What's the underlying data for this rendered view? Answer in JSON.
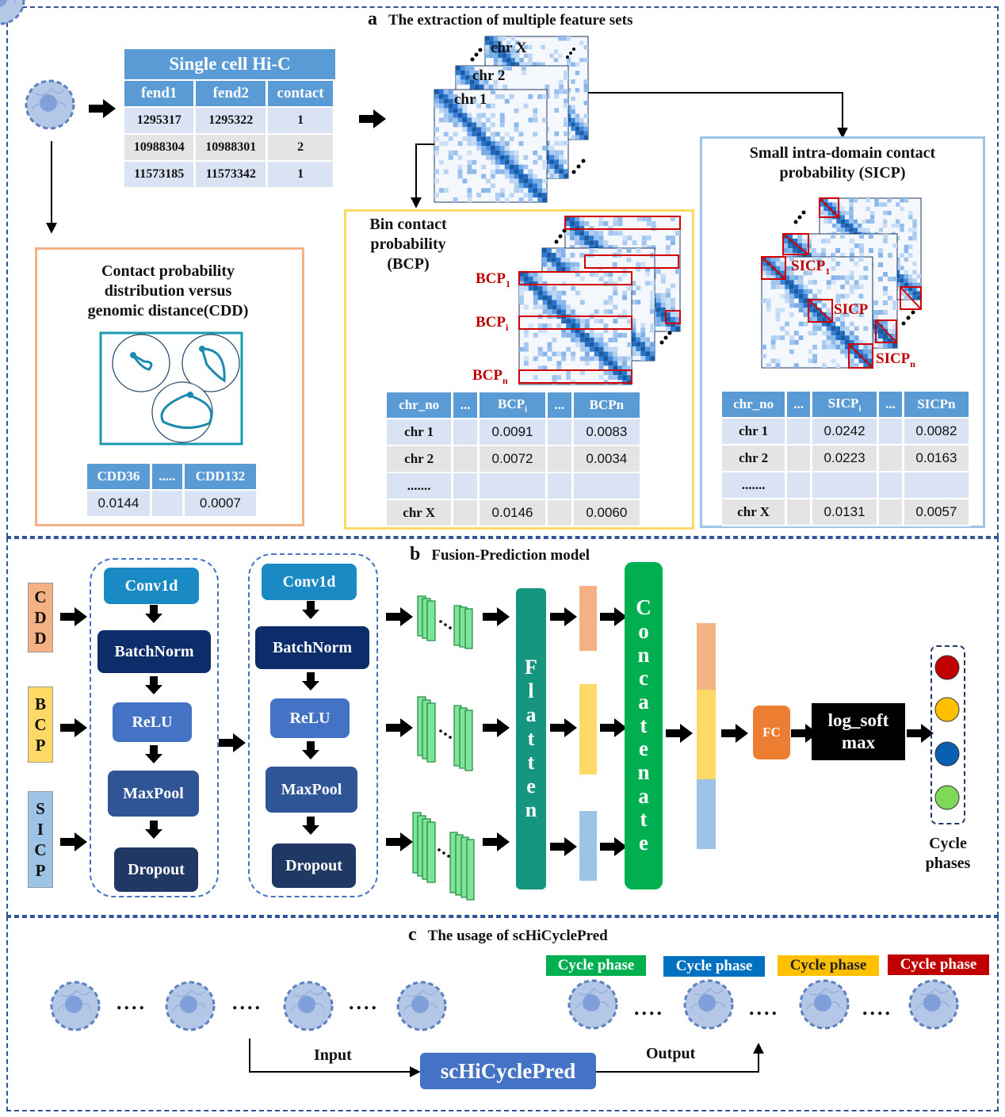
{
  "panels": {
    "a": {
      "letter": "a",
      "title": "The extraction of multiple feature sets"
    },
    "b": {
      "letter": "b",
      "title": "Fusion-Prediction model"
    },
    "c": {
      "letter": "c",
      "title": "The usage of scHiCyclePred"
    }
  },
  "hic_table": {
    "title": "Single cell Hi-C",
    "headers": [
      "fend1",
      "fend2",
      "contact"
    ],
    "rows": [
      [
        "1295317",
        "1295322",
        "1"
      ],
      [
        "10988304",
        "10988301",
        "2"
      ],
      [
        "11573185",
        "11573342",
        "1"
      ]
    ]
  },
  "matrices": {
    "labels": [
      "chr X",
      "chr 2",
      "chr 1"
    ]
  },
  "cdd": {
    "title_line1": "Contact probability",
    "title_line2": "distribution versus",
    "title_line3": "genomic distance(CDD)",
    "headers": [
      "CDD36",
      ".....",
      "CDD132"
    ],
    "row": [
      "0.0144",
      "",
      "0.0007"
    ]
  },
  "bcp": {
    "title_line1": "Bin contact",
    "title_line2": "probability (BCP)",
    "marker_prefix": "BCP",
    "marker_subs": [
      "1",
      "i",
      "n"
    ],
    "table": {
      "h0": "chr_no",
      "h1": "...",
      "h2": "BCP",
      "h2sub": "i",
      "h3": "...",
      "h4": "BCPn",
      "rows": [
        [
          "chr 1",
          "",
          "0.0091",
          "",
          "0.0083"
        ],
        [
          "chr 2",
          "",
          "0.0072",
          "",
          "0.0034"
        ],
        [
          ".......",
          "",
          "",
          "",
          ""
        ],
        [
          "chr X",
          "",
          "0.0146",
          "",
          "0.0060"
        ]
      ]
    }
  },
  "sicp": {
    "title_line1": "Small intra-domain contact",
    "title_line2": "probability (SICP)",
    "marker1": "SICP",
    "marker1_sub": "1",
    "marker2": "SICP",
    "marker3": "SICP",
    "marker3_sub": "n",
    "table": {
      "h0": "chr_no",
      "h1": "...",
      "h2": "SICP",
      "h2sub": "i",
      "h3": "...",
      "h4": "SICPn",
      "rows": [
        [
          "chr 1",
          "",
          "0.0242",
          "",
          "0.0082"
        ],
        [
          "chr 2",
          "",
          "0.0223",
          "",
          "0.0163"
        ],
        [
          ".......",
          "",
          "",
          "",
          ""
        ],
        [
          "chr X",
          "",
          "0.0131",
          "",
          "0.0057"
        ]
      ]
    }
  },
  "model": {
    "inputs": [
      [
        "C",
        "D",
        "D"
      ],
      [
        "B",
        "C",
        "P"
      ],
      [
        "S",
        "I",
        "C",
        "P"
      ]
    ],
    "layers": [
      "Conv1d",
      "BatchNorm",
      "ReLU",
      "MaxPool",
      "Dropout"
    ],
    "flatten": [
      "F",
      "l",
      "a",
      "t",
      "t",
      "e",
      "n"
    ],
    "concatenate": [
      "C",
      "o",
      "n",
      "c",
      "a",
      "t",
      "e",
      "n",
      "a",
      "t",
      "e"
    ],
    "fc": "FC",
    "logsoft_line1": "log_soft",
    "logsoft_line2": "max",
    "output_line1": "Cycle",
    "output_line2": "phases",
    "colors": {
      "cdd": "#f4b183",
      "bcp": "#ffd966",
      "sicp": "#9dc3e6",
      "flatten": "#16967f",
      "concat": "#00b050",
      "fc": "#ed7d31"
    }
  },
  "usage": {
    "dots": "....",
    "input": "Input",
    "output": "Output",
    "tool": "scHiCyclePred",
    "phase_label": "Cycle phase",
    "phase_colors": [
      "#00b050",
      "#0070c0",
      "#ffc000",
      "#c00000"
    ]
  }
}
